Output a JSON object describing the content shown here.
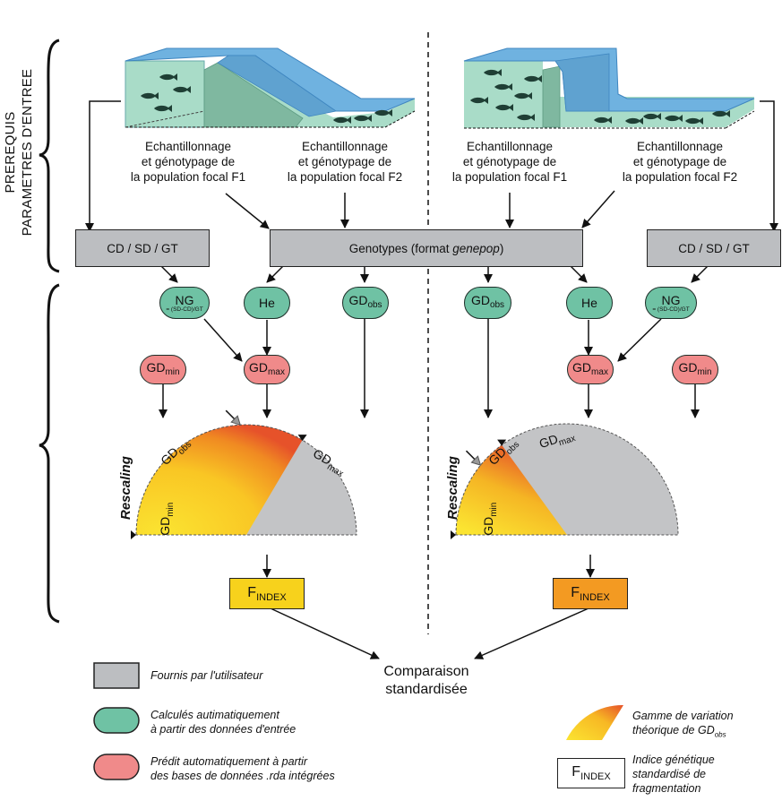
{
  "side_labels": {
    "top_line1": "PREREQUIS",
    "top_line2": "PARAMETRES D'ENTREE"
  },
  "scenarios": [
    {
      "name": "left",
      "illustration": "river-with-ramp-fishpass-icon",
      "sampling_f1": [
        "Echantillonnage",
        "et génotypage de",
        "la population focal F1"
      ],
      "sampling_f2": [
        "Echantillonnage",
        "et génotypage de",
        "la population focal F2"
      ],
      "params_box": "CD / SD / GT",
      "ng_label": "NG",
      "ng_formula": "= (SD-CD)/GT",
      "he_label": "He",
      "gdobs_main": "GD",
      "gdobs_sub": "obs",
      "gdmin_main": "GD",
      "gdmin_sub": "min",
      "gdmax_main": "GD",
      "gdmax_sub": "max",
      "rescaling_label": "Rescaling",
      "gauge": {
        "observed_fraction": 0.67
      },
      "findex_main": "F",
      "findex_sub": "INDEX",
      "findex_color": "#f7d21c"
    },
    {
      "name": "right",
      "illustration": "river-with-vertical-weir-icon",
      "sampling_f1": [
        "Echantillonnage",
        "et génotypage de",
        "la population focal F1"
      ],
      "sampling_f2": [
        "Echantillonnage",
        "et génotypage de",
        "la population focal F2"
      ],
      "params_box": "CD / SD / GT",
      "ng_label": "NG",
      "ng_formula": "= (SD-CD)/GT",
      "he_label": "He",
      "gdobs_main": "GD",
      "gdobs_sub": "obs",
      "gdmin_main": "GD",
      "gdmin_sub": "min",
      "gdmax_main": "GD",
      "gdmax_sub": "max",
      "rescaling_label": "Rescaling",
      "gauge": {
        "observed_fraction": 0.3
      },
      "findex_main": "F",
      "findex_sub": "INDEX",
      "findex_color": "#f39a22"
    }
  ],
  "genotypes_box": {
    "prefix": "Genotypes (format ",
    "italic": "genepop",
    "suffix": ")"
  },
  "comparison": [
    "Comparaison",
    "standardisée"
  ],
  "legend": {
    "grey": "Fournis par l'utilisateur",
    "green": [
      "Calculés autimatiquement",
      "à partir des données d'entrée"
    ],
    "red": [
      "Prédit automatiquement à partir",
      "des bases de données .rda intégrées"
    ],
    "gradient": [
      "Gamme de variation",
      "théorique de GD"
    ],
    "gradient_sub": "obs",
    "findex_main": "F",
    "findex_sub": "INDEX",
    "findex_desc": [
      "Indice génétique",
      "standardisé de",
      "fragmentation"
    ]
  },
  "colors": {
    "user_provided": "#bcbec1",
    "computed": "#6fc2a4",
    "predicted": "#f08a8a",
    "water": "#6fb2e0",
    "riverbed": "#a9dcc8"
  }
}
